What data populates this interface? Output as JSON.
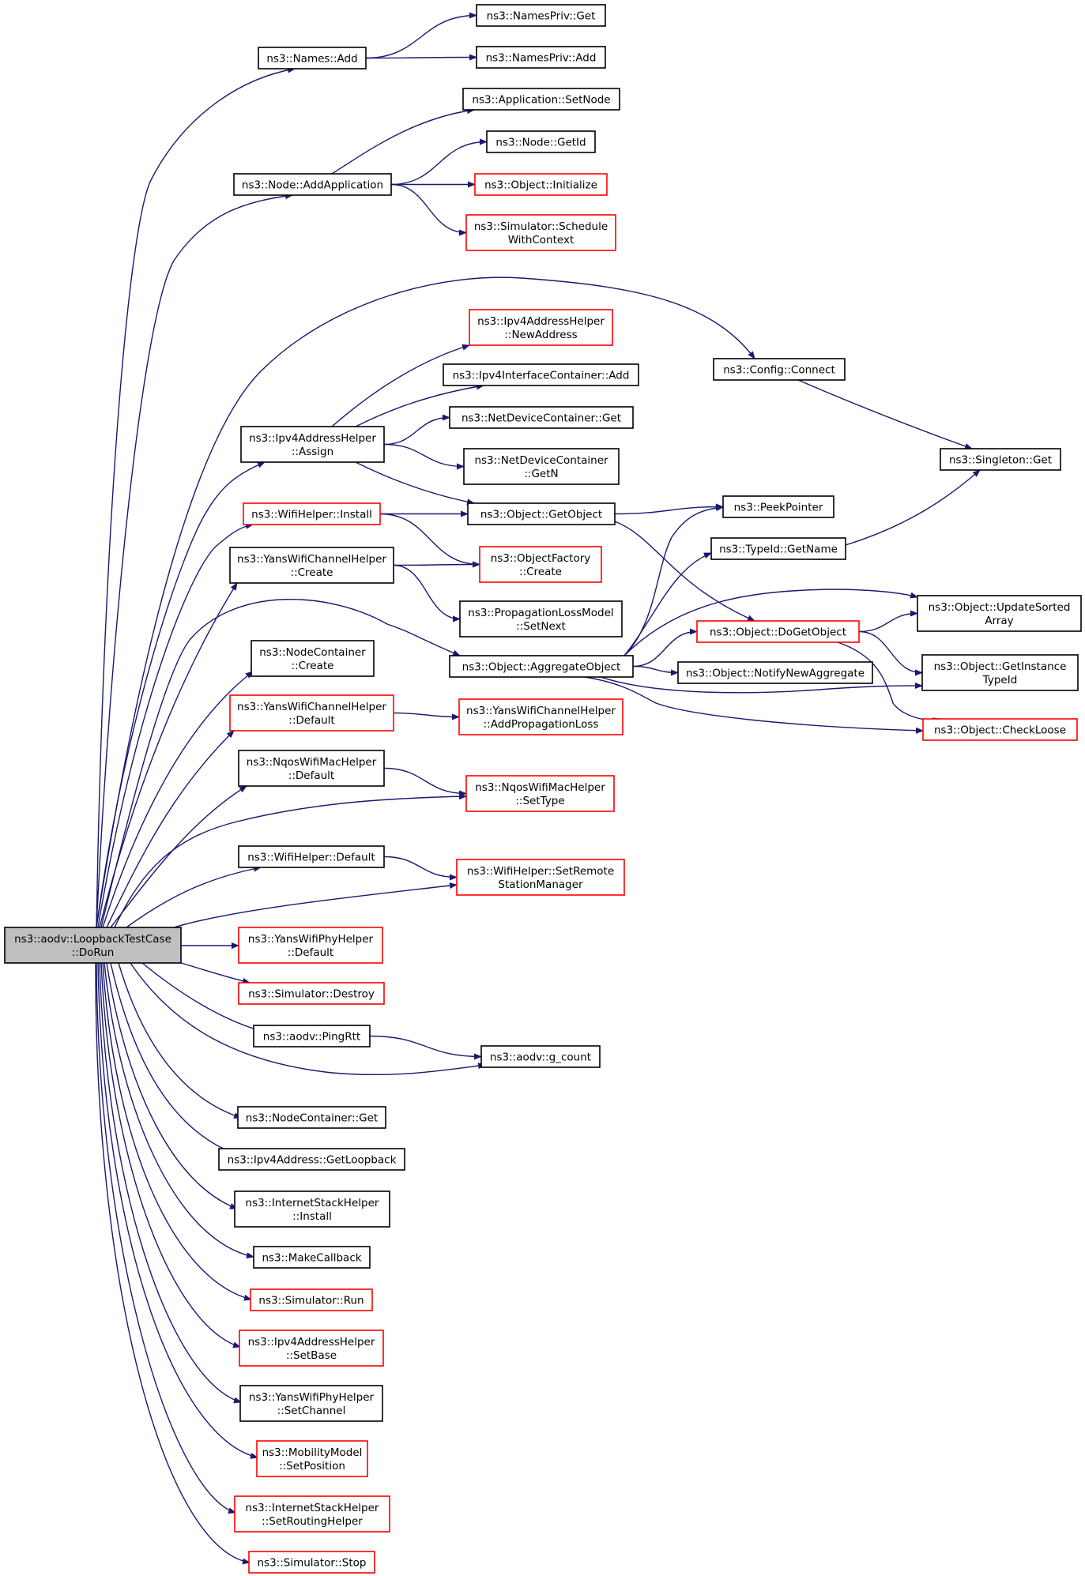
{
  "colors": {
    "edge": "#191970",
    "normal_border": "#000000",
    "truncated_border": "#ff0000",
    "root_fill": "#bfbfbf"
  },
  "nodes": {
    "root": {
      "lines": [
        "ns3::aodv::LoopbackTestCase",
        "::DoRun"
      ],
      "style": "root"
    },
    "names_add": {
      "lines": [
        "ns3::Names::Add"
      ],
      "style": "black"
    },
    "namespriv_get": {
      "lines": [
        "ns3::NamesPriv::Get"
      ],
      "style": "black"
    },
    "namespriv_add": {
      "lines": [
        "ns3::NamesPriv::Add"
      ],
      "style": "black"
    },
    "app_setnode": {
      "lines": [
        "ns3::Application::SetNode"
      ],
      "style": "black"
    },
    "node_getid": {
      "lines": [
        "ns3::Node::GetId"
      ],
      "style": "black"
    },
    "node_addapp": {
      "lines": [
        "ns3::Node::AddApplication"
      ],
      "style": "black"
    },
    "object_initialize": {
      "lines": [
        "ns3::Object::Initialize"
      ],
      "style": "red"
    },
    "sim_schedule": {
      "lines": [
        "ns3::Simulator::Schedule",
        "WithContext"
      ],
      "style": "red"
    },
    "ipv4addr_newaddr": {
      "lines": [
        "ns3::Ipv4AddressHelper",
        "::NewAddress"
      ],
      "style": "red"
    },
    "ipv4ic_add": {
      "lines": [
        "ns3::Ipv4InterfaceContainer::Add"
      ],
      "style": "black"
    },
    "config_connect": {
      "lines": [
        "ns3::Config::Connect"
      ],
      "style": "black"
    },
    "ndc_get": {
      "lines": [
        "ns3::NetDeviceContainer::Get"
      ],
      "style": "black"
    },
    "ipv4addr_assign": {
      "lines": [
        "ns3::Ipv4AddressHelper",
        "::Assign"
      ],
      "style": "black"
    },
    "ndc_getn": {
      "lines": [
        "ns3::NetDeviceContainer",
        "::GetN"
      ],
      "style": "black"
    },
    "singleton_get": {
      "lines": [
        "ns3::Singleton::Get"
      ],
      "style": "black"
    },
    "wifihelper_install": {
      "lines": [
        "ns3::WifiHelper::Install"
      ],
      "style": "red"
    },
    "object_getobject": {
      "lines": [
        "ns3::Object::GetObject"
      ],
      "style": "black"
    },
    "peekpointer": {
      "lines": [
        "ns3::PeekPointer"
      ],
      "style": "black"
    },
    "yanschan_create": {
      "lines": [
        "ns3::YansWifiChannelHelper",
        "::Create"
      ],
      "style": "black"
    },
    "objfactory_create": {
      "lines": [
        "ns3::ObjectFactory",
        "::Create"
      ],
      "style": "red"
    },
    "typeid_getname": {
      "lines": [
        "ns3::TypeId::GetName"
      ],
      "style": "black"
    },
    "proploss_setnext": {
      "lines": [
        "ns3::PropagationLossModel",
        "::SetNext"
      ],
      "style": "black"
    },
    "obj_updatesorted": {
      "lines": [
        "ns3::Object::UpdateSorted",
        "Array"
      ],
      "style": "black"
    },
    "obj_dogetobject": {
      "lines": [
        "ns3::Object::DoGetObject"
      ],
      "style": "red"
    },
    "nodecont_create": {
      "lines": [
        "ns3::NodeContainer",
        "::Create"
      ],
      "style": "black"
    },
    "obj_aggregate": {
      "lines": [
        "ns3::Object::AggregateObject"
      ],
      "style": "black"
    },
    "obj_notifyaggr": {
      "lines": [
        "ns3::Object::NotifyNewAggregate"
      ],
      "style": "black"
    },
    "obj_getinstance": {
      "lines": [
        "ns3::Object::GetInstance",
        "TypeId"
      ],
      "style": "black"
    },
    "yanschan_default": {
      "lines": [
        "ns3::YansWifiChannelHelper",
        "::Default"
      ],
      "style": "red"
    },
    "yanschan_addprop": {
      "lines": [
        "ns3::YansWifiChannelHelper",
        "::AddPropagationLoss"
      ],
      "style": "red"
    },
    "obj_checkloose": {
      "lines": [
        "ns3::Object::CheckLoose"
      ],
      "style": "red"
    },
    "nqos_default": {
      "lines": [
        "ns3::NqosWifiMacHelper",
        "::Default"
      ],
      "style": "black"
    },
    "nqos_settype": {
      "lines": [
        "ns3::NqosWifiMacHelper",
        "::SetType"
      ],
      "style": "red"
    },
    "wifihelper_default": {
      "lines": [
        "ns3::WifiHelper::Default"
      ],
      "style": "black"
    },
    "wifihelper_setremote": {
      "lines": [
        "ns3::WifiHelper::SetRemote",
        "StationManager"
      ],
      "style": "red"
    },
    "yansphy_default": {
      "lines": [
        "ns3::YansWifiPhyHelper",
        "::Default"
      ],
      "style": "red"
    },
    "sim_destroy": {
      "lines": [
        "ns3::Simulator::Destroy"
      ],
      "style": "red"
    },
    "aodv_pingrtt": {
      "lines": [
        "ns3::aodv::PingRtt"
      ],
      "style": "black"
    },
    "aodv_gcount": {
      "lines": [
        "ns3::aodv::g_count"
      ],
      "style": "black"
    },
    "nodecont_get": {
      "lines": [
        "ns3::NodeContainer::Get"
      ],
      "style": "black"
    },
    "ipv4addr_getloopback": {
      "lines": [
        "ns3::Ipv4Address::GetLoopback"
      ],
      "style": "black"
    },
    "inetstack_install": {
      "lines": [
        "ns3::InternetStackHelper",
        "::Install"
      ],
      "style": "black"
    },
    "makecallback": {
      "lines": [
        "ns3::MakeCallback"
      ],
      "style": "black"
    },
    "sim_run": {
      "lines": [
        "ns3::Simulator::Run"
      ],
      "style": "red"
    },
    "ipv4addr_setbase": {
      "lines": [
        "ns3::Ipv4AddressHelper",
        "::SetBase"
      ],
      "style": "red"
    },
    "yansphy_setchannel": {
      "lines": [
        "ns3::YansWifiPhyHelper",
        "::SetChannel"
      ],
      "style": "black"
    },
    "mobility_setpos": {
      "lines": [
        "ns3::MobilityModel",
        "::SetPosition"
      ],
      "style": "red"
    },
    "inetstack_setrouting": {
      "lines": [
        "ns3::InternetStackHelper",
        "::SetRoutingHelper"
      ],
      "style": "red"
    },
    "sim_stop": {
      "lines": [
        "ns3::Simulator::Stop"
      ],
      "style": "red"
    }
  },
  "edges": [
    [
      "root",
      "names_add"
    ],
    [
      "root",
      "node_addapp"
    ],
    [
      "root",
      "config_connect"
    ],
    [
      "root",
      "ipv4addr_assign"
    ],
    [
      "root",
      "wifihelper_install"
    ],
    [
      "root",
      "yanschan_create"
    ],
    [
      "root",
      "obj_aggregate"
    ],
    [
      "root",
      "nodecont_create"
    ],
    [
      "root",
      "yanschan_default"
    ],
    [
      "root",
      "nqos_default"
    ],
    [
      "root",
      "nqos_settype"
    ],
    [
      "root",
      "wifihelper_default"
    ],
    [
      "root",
      "wifihelper_setremote"
    ],
    [
      "root",
      "yansphy_default"
    ],
    [
      "root",
      "sim_destroy"
    ],
    [
      "root",
      "aodv_pingrtt"
    ],
    [
      "root",
      "aodv_gcount"
    ],
    [
      "root",
      "nodecont_get"
    ],
    [
      "root",
      "ipv4addr_getloopback"
    ],
    [
      "root",
      "inetstack_install"
    ],
    [
      "root",
      "makecallback"
    ],
    [
      "root",
      "sim_run"
    ],
    [
      "root",
      "ipv4addr_setbase"
    ],
    [
      "root",
      "yansphy_setchannel"
    ],
    [
      "root",
      "mobility_setpos"
    ],
    [
      "root",
      "inetstack_setrouting"
    ],
    [
      "root",
      "sim_stop"
    ],
    [
      "names_add",
      "namespriv_get"
    ],
    [
      "names_add",
      "namespriv_add"
    ],
    [
      "node_addapp",
      "app_setnode"
    ],
    [
      "node_addapp",
      "node_getid"
    ],
    [
      "node_addapp",
      "object_initialize"
    ],
    [
      "node_addapp",
      "sim_schedule"
    ],
    [
      "ipv4addr_assign",
      "ipv4addr_newaddr"
    ],
    [
      "ipv4addr_assign",
      "ipv4ic_add"
    ],
    [
      "ipv4addr_assign",
      "ndc_get"
    ],
    [
      "ipv4addr_assign",
      "ndc_getn"
    ],
    [
      "ipv4addr_assign",
      "object_getobject"
    ],
    [
      "config_connect",
      "singleton_get"
    ],
    [
      "wifihelper_install",
      "object_getobject"
    ],
    [
      "wifihelper_install",
      "objfactory_create"
    ],
    [
      "object_getobject",
      "peekpointer"
    ],
    [
      "object_getobject",
      "obj_dogetobject"
    ],
    [
      "yanschan_create",
      "objfactory_create"
    ],
    [
      "yanschan_create",
      "proploss_setnext"
    ],
    [
      "typeid_getname",
      "singleton_get"
    ],
    [
      "obj_aggregate",
      "peekpointer"
    ],
    [
      "obj_aggregate",
      "typeid_getname"
    ],
    [
      "obj_aggregate",
      "obj_updatesorted"
    ],
    [
      "obj_aggregate",
      "obj_dogetobject"
    ],
    [
      "obj_aggregate",
      "obj_notifyaggr"
    ],
    [
      "obj_aggregate",
      "obj_getinstance"
    ],
    [
      "obj_aggregate",
      "obj_checkloose"
    ],
    [
      "obj_dogetobject",
      "obj_updatesorted"
    ],
    [
      "obj_dogetobject",
      "obj_getinstance"
    ],
    [
      "obj_dogetobject",
      "obj_checkloose"
    ],
    [
      "yanschan_default",
      "yanschan_addprop"
    ],
    [
      "nqos_default",
      "nqos_settype"
    ],
    [
      "wifihelper_default",
      "wifihelper_setremote"
    ],
    [
      "aodv_pingrtt",
      "aodv_gcount"
    ]
  ]
}
